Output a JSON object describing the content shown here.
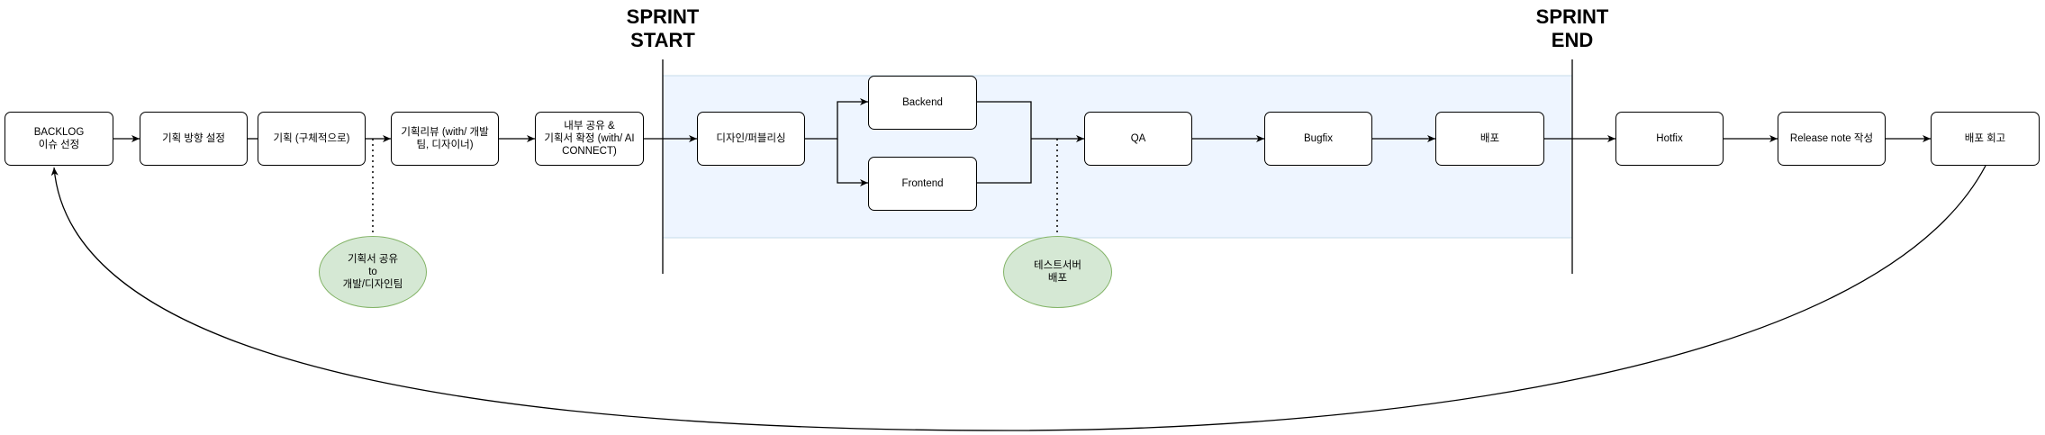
{
  "sprint": {
    "start_label": "SPRINT\nSTART",
    "end_label": "SPRINT\nEND"
  },
  "nodes": {
    "backlog": "BACKLOG\n이슈 선정",
    "plan_direction": "기획 방향 설정",
    "plan_detail": "기획 (구체적으로)",
    "plan_review": "기획리뷰 (with/ 개발팀, 디자이너)",
    "internal_share": "내부 공유 &\n기획서 확정 (with/ AI CONNECT)",
    "design_publish": "디자인/퍼블리싱",
    "backend": "Backend",
    "frontend": "Frontend",
    "qa": "QA",
    "bugfix": "Bugfix",
    "deploy": "배포",
    "hotfix": "Hotfix",
    "release_note": "Release note 작성",
    "retro": "배포 회고"
  },
  "notes": {
    "plan_share": "기획서 공유\nto\n개발/디자인팀",
    "test_deploy": "테스트서버\n배포"
  },
  "colors": {
    "sprint_area_fill": "#eef5ff",
    "sprint_area_border": "#c5dbe8",
    "note_fill": "#d5e8d4",
    "note_border": "#82b366",
    "stroke": "#000000"
  }
}
